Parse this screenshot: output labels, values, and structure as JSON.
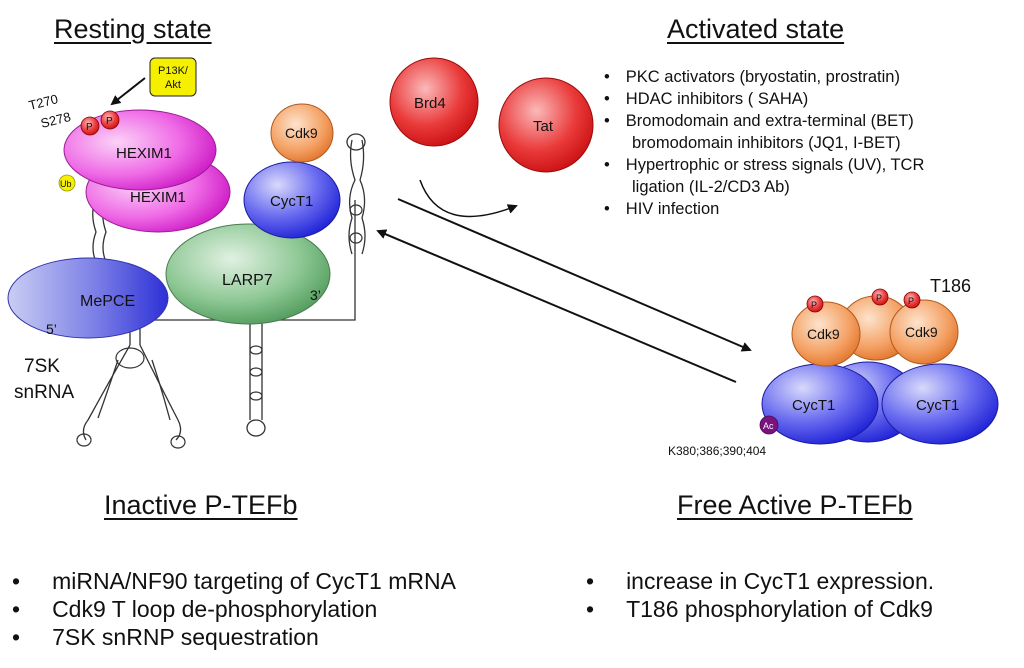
{
  "headings": {
    "resting": "Resting state",
    "activated": "Activated state",
    "inactive": "Inactive P-TEFb",
    "active": "Free Active P-TEFb"
  },
  "resting_complex": {
    "kinase_box": "P13K/\nAkt",
    "sites": [
      "T270",
      "S278"
    ],
    "phospho": "P",
    "ubiquitin": "Ub",
    "hexim": "HEXIM1",
    "cdk9": "Cdk9",
    "cyct1": "CycT1",
    "larp7": "LARP7",
    "mepce": "MePCE",
    "five_prime": "5’",
    "three_prime": "3’",
    "snrna_line1": "7SK",
    "snrna_line2": "snRNA"
  },
  "cycle": {
    "brd4": "Brd4",
    "tat": "Tat"
  },
  "activation_signals": [
    "PKC activators (bryostatin, prostratin)",
    "HDAC inhibitors ( SAHA)",
    "Bromodomain and extra-terminal (BET)",
    "bromodomain inhibitors (JQ1, I-BET)",
    "Hypertrophic or stress signals (UV), TCR",
    "ligation (IL-2/CD3 Ab)",
    "HIV infection"
  ],
  "active_complex": {
    "site": "T186",
    "phospho": "P",
    "cdk9": "Cdk9",
    "cyct1": "CycT1",
    "acetyl": "Ac",
    "lysines": "K380;386;390;404"
  },
  "inactivation_mechanisms": [
    "miRNA/NF90 targeting of CycT1 mRNA",
    "Cdk9 T loop de-phosphorylation",
    "7SK snRNP sequestration"
  ],
  "activation_mechanisms": [
    "increase in CycT1 expression.",
    "T186 phosphorylation of Cdk9"
  ],
  "bullet_char": "•",
  "colors": {
    "hexim": "#e83fe0",
    "cdk9": "#f2904a",
    "cyct1": "#3b3de6",
    "larp7": "#5fa86a",
    "mepce": "#4a4ad8",
    "red": "#e0161a",
    "yellow": "#f5f000",
    "purple": "#7a1280"
  }
}
